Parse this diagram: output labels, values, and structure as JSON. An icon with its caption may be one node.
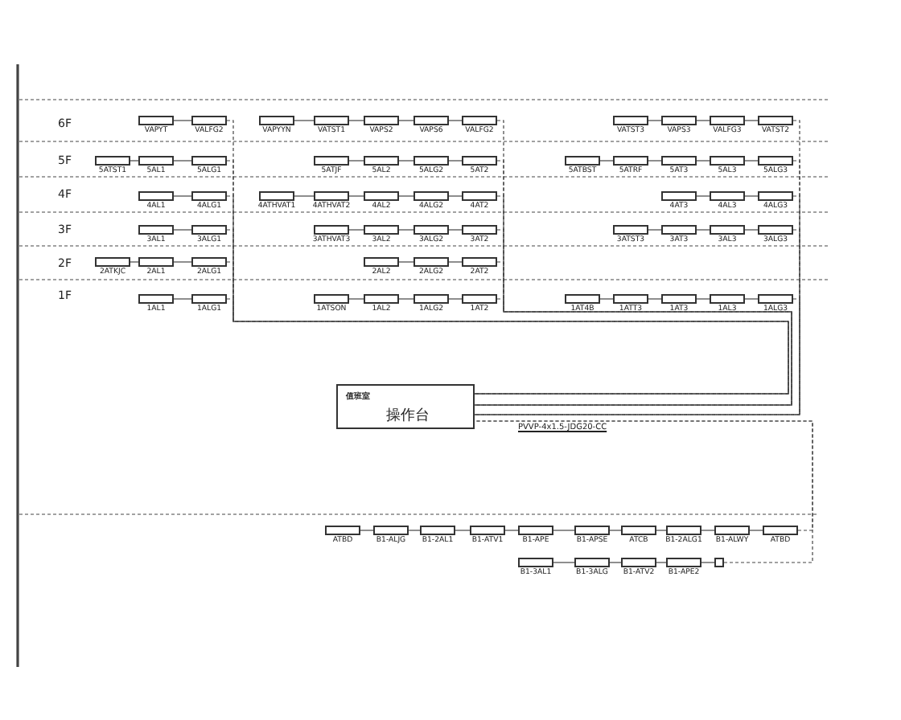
{
  "diagram": {
    "nodes": [
      {
        "text": [],
        "shape": "box",
        "beside": [
          "VAPYT"
        ]
      },
      {
        "text": [],
        "shape": "box",
        "beside": [
          "VALFG2"
        ]
      },
      {
        "text": [],
        "shape": "box",
        "beside": [
          "VAPYYN"
        ]
      },
      {
        "text": [],
        "shape": "box",
        "beside": [
          "VATST1"
        ]
      },
      {
        "text": [],
        "shape": "box",
        "beside": [
          "VAPS2"
        ]
      },
      {
        "text": [],
        "shape": "box",
        "beside": [
          "VAPS6"
        ]
      },
      {
        "text": [],
        "shape": "box",
        "beside": [
          "VALFG2"
        ]
      },
      {
        "text": [],
        "shape": "box",
        "beside": [
          "VATST3"
        ]
      },
      {
        "text": [],
        "shape": "box",
        "beside": [
          "VAPS3"
        ]
      },
      {
        "text": [],
        "shape": "box",
        "beside": [
          "VALFG3"
        ]
      },
      {
        "text": [],
        "shape": "box",
        "beside": [
          "VATST2"
        ]
      },
      {
        "text": [],
        "shape": "box",
        "beside": [
          "5ATST1"
        ]
      },
      {
        "text": [],
        "shape": "box",
        "beside": [
          "5AL1"
        ]
      },
      {
        "text": [],
        "shape": "box",
        "beside": [
          "5ALG1"
        ]
      },
      {
        "text": [],
        "shape": "box",
        "beside": [
          "5ATJF"
        ]
      },
      {
        "text": [],
        "shape": "box",
        "beside": [
          "5AL2"
        ]
      },
      {
        "text": [],
        "shape": "box",
        "beside": [
          "5ALG2"
        ]
      },
      {
        "text": [],
        "shape": "box",
        "beside": [
          "5AT2"
        ]
      },
      {
        "text": [],
        "shape": "box",
        "beside": [
          "5ATBST"
        ]
      },
      {
        "text": [],
        "shape": "box",
        "beside": [
          "5ATRF"
        ]
      },
      {
        "text": [],
        "shape": "box",
        "beside": [
          "5AT3"
        ]
      },
      {
        "text": [],
        "shape": "box",
        "beside": [
          "5AL3"
        ]
      },
      {
        "text": [],
        "shape": "box",
        "beside": [
          "5ALG3"
        ]
      },
      {
        "text": [],
        "shape": "box",
        "beside": [
          "4AL1"
        ]
      },
      {
        "text": [],
        "shape": "box",
        "beside": [
          "4ALG1"
        ]
      },
      {
        "text": [],
        "shape": "box",
        "beside": [
          "4ATHVAT1"
        ]
      },
      {
        "text": [],
        "shape": "box",
        "beside": [
          "4ATHVAT2"
        ]
      },
      {
        "text": [],
        "shape": "box",
        "beside": [
          "4AL2"
        ]
      },
      {
        "text": [],
        "shape": "box",
        "beside": [
          "4ALG2"
        ]
      },
      {
        "text": [],
        "shape": "box",
        "beside": [
          "4AT2"
        ]
      },
      {
        "text": [],
        "shape": "box",
        "beside": [
          "4AT3"
        ]
      },
      {
        "text": [],
        "shape": "box",
        "beside": [
          "4AL3"
        ]
      },
      {
        "text": [],
        "shape": "box",
        "beside": [
          "4ALG3"
        ]
      },
      {
        "text": [],
        "shape": "box",
        "beside": [
          "3AL1"
        ]
      },
      {
        "text": [],
        "shape": "box",
        "beside": [
          "3ALG1"
        ]
      },
      {
        "text": [],
        "shape": "box",
        "beside": [
          "3ATHVAT3"
        ]
      },
      {
        "text": [],
        "shape": "box",
        "beside": [
          "3AL2"
        ]
      },
      {
        "text": [],
        "shape": "box",
        "beside": [
          "3ALG2"
        ]
      },
      {
        "text": [],
        "shape": "box",
        "beside": [
          "3AT2"
        ]
      },
      {
        "text": [],
        "shape": "box",
        "beside": [
          "3ATST3"
        ]
      },
      {
        "text": [],
        "shape": "box",
        "beside": [
          "3AT3"
        ]
      },
      {
        "text": [],
        "shape": "box",
        "beside": [
          "3AL3"
        ]
      },
      {
        "text": [],
        "shape": "box",
        "beside": [
          "3ALG3"
        ]
      },
      {
        "text": [],
        "shape": "box",
        "beside": [
          "2ATKJC"
        ]
      },
      {
        "text": [],
        "shape": "box",
        "beside": [
          "2AL1"
        ]
      },
      {
        "text": [],
        "shape": "box",
        "beside": [
          "2ALG1"
        ]
      },
      {
        "text": [],
        "shape": "box",
        "beside": [
          "2AL2"
        ]
      },
      {
        "text": [],
        "shape": "box",
        "beside": [
          "2ALG2"
        ]
      },
      {
        "text": [],
        "shape": "box",
        "beside": [
          "2AT2"
        ]
      },
      {
        "text": [],
        "shape": "box",
        "beside": [
          "1AL1"
        ]
      },
      {
        "text": [],
        "shape": "box",
        "beside": [
          "1ALG1"
        ]
      },
      {
        "text": [],
        "shape": "box",
        "beside": [
          "1ATSON"
        ]
      },
      {
        "text": [],
        "shape": "box",
        "beside": [
          "1AL2"
        ]
      },
      {
        "text": [],
        "shape": "box",
        "beside": [
          "1ALG2"
        ]
      },
      {
        "text": [],
        "shape": "box",
        "beside": [
          "1AT2"
        ]
      },
      {
        "text": [],
        "shape": "box",
        "beside": [
          "1AT4B"
        ]
      },
      {
        "text": [],
        "shape": "box",
        "beside": [
          "1ATT3"
        ]
      },
      {
        "text": [],
        "shape": "box",
        "beside": [
          "1AT3"
        ]
      },
      {
        "text": [],
        "shape": "box",
        "beside": [
          "1AL3"
        ]
      },
      {
        "text": [],
        "shape": "box",
        "beside": [
          "1ALG3"
        ]
      },
      {
        "text": [
          "值班室",
          "操作台"
        ]
      },
      {
        "text": [],
        "shape": "box",
        "beside": [
          "ATBD"
        ]
      },
      {
        "text": [],
        "shape": "box",
        "beside": [
          "B1-ALJG"
        ]
      },
      {
        "text": [],
        "shape": "box",
        "beside": [
          "B1-2AL1"
        ]
      },
      {
        "text": [],
        "shape": "box",
        "beside": [
          "B1-ATV1"
        ]
      },
      {
        "text": [],
        "shape": "box",
        "beside": [
          "B1-APE"
        ]
      },
      {
        "text": [],
        "shape": "box",
        "beside": [
          "B1-APSE"
        ]
      },
      {
        "text": [],
        "shape": "box",
        "beside": [
          "ATCB"
        ]
      },
      {
        "text": [],
        "shape": "box",
        "beside": [
          "B1-2ALG1"
        ]
      },
      {
        "text": [],
        "shape": "box",
        "beside": [
          "B1-ALWY"
        ]
      },
      {
        "text": [],
        "shape": "box",
        "beside": [
          "ATBD"
        ]
      },
      {
        "text": [],
        "shape": "box",
        "beside": [
          "B1-3AL1"
        ]
      },
      {
        "text": [],
        "shape": "box",
        "beside": [
          "B1-3ALG"
        ]
      },
      {
        "text": [],
        "shape": "box",
        "beside": [
          "B1-ATV2"
        ]
      },
      {
        "text": [],
        "shape": "box",
        "beside": [
          "B1-APE2"
        ]
      },
      {
        "text": [],
        "shape": "box"
      }
    ],
    "edges": [
      {
        "from": 0,
        "to": 1,
        "arrow": "none"
      },
      {
        "from": 2,
        "to": 3,
        "arrow": "none"
      },
      {
        "from": 3,
        "to": 4,
        "arrow": "none"
      },
      {
        "from": 4,
        "to": 5,
        "arrow": "none"
      },
      {
        "from": 5,
        "to": 6,
        "arrow": "none"
      },
      {
        "from": 7,
        "to": 8,
        "arrow": "none"
      },
      {
        "from": 8,
        "to": 9,
        "arrow": "none"
      },
      {
        "from": 9,
        "to": 10,
        "arrow": "none"
      },
      {
        "from": 11,
        "to": 12,
        "arrow": "none"
      },
      {
        "from": 12,
        "to": 13,
        "arrow": "none"
      },
      {
        "from": 14,
        "to": 15,
        "arrow": "none"
      },
      {
        "from": 15,
        "to": 16,
        "arrow": "none"
      },
      {
        "from": 16,
        "to": 17,
        "arrow": "none"
      },
      {
        "from": 18,
        "to": 19,
        "arrow": "none"
      },
      {
        "from": 19,
        "to": 20,
        "arrow": "none"
      },
      {
        "from": 20,
        "to": 21,
        "arrow": "none"
      },
      {
        "from": 21,
        "to": 22,
        "arrow": "none"
      },
      {
        "from": 23,
        "to": 24,
        "arrow": "none"
      },
      {
        "from": 25,
        "to": 26,
        "arrow": "none"
      },
      {
        "from": 26,
        "to": 27,
        "arrow": "none"
      },
      {
        "from": 27,
        "to": 28,
        "arrow": "none"
      },
      {
        "from": 28,
        "to": 29,
        "arrow": "none"
      },
      {
        "from": 30,
        "to": 31,
        "arrow": "none"
      },
      {
        "from": 31,
        "to": 32,
        "arrow": "none"
      },
      {
        "from": 33,
        "to": 34,
        "arrow": "none"
      },
      {
        "from": 35,
        "to": 36,
        "arrow": "none"
      },
      {
        "from": 36,
        "to": 37,
        "arrow": "none"
      },
      {
        "from": 37,
        "to": 38,
        "arrow": "none"
      },
      {
        "from": 39,
        "to": 40,
        "arrow": "none"
      },
      {
        "from": 40,
        "to": 41,
        "arrow": "none"
      },
      {
        "from": 41,
        "to": 42,
        "arrow": "none"
      },
      {
        "from": 43,
        "to": 44,
        "arrow": "none"
      },
      {
        "from": 44,
        "to": 45,
        "arrow": "none"
      },
      {
        "from": 46,
        "to": 47,
        "arrow": "none"
      },
      {
        "from": 47,
        "to": 48,
        "arrow": "none"
      },
      {
        "from": 49,
        "to": 50,
        "arrow": "none"
      },
      {
        "from": 51,
        "to": 52,
        "arrow": "none"
      },
      {
        "from": 52,
        "to": 53,
        "arrow": "none"
      },
      {
        "from": 53,
        "to": 54,
        "arrow": "none"
      },
      {
        "from": 55,
        "to": 56,
        "arrow": "none"
      },
      {
        "from": 56,
        "to": 57,
        "arrow": "none"
      },
      {
        "from": 57,
        "to": 58,
        "arrow": "none"
      },
      {
        "from": 58,
        "to": 59,
        "arrow": "none"
      },
      {
        "from": 61,
        "to": 62,
        "arrow": "none"
      },
      {
        "from": 62,
        "to": 63,
        "arrow": "none"
      },
      {
        "from": 63,
        "to": 64,
        "arrow": "none"
      },
      {
        "from": 64,
        "to": 65,
        "arrow": "none"
      },
      {
        "from": 65,
        "to": 66,
        "arrow": "none"
      },
      {
        "from": 66,
        "to": 67,
        "arrow": "none"
      },
      {
        "from": 67,
        "to": 68,
        "arrow": "none"
      },
      {
        "from": 68,
        "to": 69,
        "arrow": "none"
      },
      {
        "from": 69,
        "to": 70,
        "arrow": "none"
      },
      {
        "from": 71,
        "to": 72,
        "arrow": "none"
      },
      {
        "from": 72,
        "to": 73,
        "arrow": "none"
      },
      {
        "from": 73,
        "to": 74,
        "arrow": "none"
      },
      {
        "from": 74,
        "to": 75,
        "arrow": "none"
      },
      {
        "from": 1,
        "to": 60,
        "arrow": "none",
        "style": "dashed"
      },
      {
        "from": 6,
        "to": 60,
        "arrow": "none",
        "style": "dashed"
      },
      {
        "from": 10,
        "to": 60,
        "arrow": "none",
        "style": "dashed"
      },
      {
        "from": 13,
        "to": 60,
        "arrow": "none",
        "style": "dashed"
      },
      {
        "from": 17,
        "to": 60,
        "arrow": "none",
        "style": "dashed"
      },
      {
        "from": 22,
        "to": 60,
        "arrow": "none",
        "style": "dashed"
      },
      {
        "from": 24,
        "to": 60,
        "arrow": "none",
        "style": "dashed"
      },
      {
        "from": 29,
        "to": 60,
        "arrow": "none",
        "style": "dashed"
      },
      {
        "from": 32,
        "to": 60,
        "arrow": "none",
        "style": "dashed"
      },
      {
        "from": 34,
        "to": 60,
        "arrow": "none",
        "style": "dashed"
      },
      {
        "from": 38,
        "to": 60,
        "arrow": "none",
        "style": "dashed"
      },
      {
        "from": 42,
        "to": 60,
        "arrow": "none",
        "style": "dashed"
      },
      {
        "from": 45,
        "to": 60,
        "arrow": "none",
        "style": "dashed"
      },
      {
        "from": 48,
        "to": 60,
        "arrow": "none",
        "style": "dashed"
      },
      {
        "from": 50,
        "to": 60,
        "arrow": "none",
        "style": "dashed"
      },
      {
        "from": 54,
        "to": 60,
        "arrow": "none",
        "style": "dashed"
      },
      {
        "from": 59,
        "to": 60,
        "arrow": "none",
        "style": "dashed"
      },
      {
        "from": 70,
        "to": 60,
        "arrow": "none",
        "style": "dashed"
      },
      {
        "from": 75,
        "to": 60,
        "arrow": "none",
        "style": "dashed"
      }
    ],
    "labels": [
      "6F",
      "5F",
      "4F",
      "3F",
      "2F",
      "1F",
      "PVVP-4x1.5-JDG20-CC"
    ]
  }
}
